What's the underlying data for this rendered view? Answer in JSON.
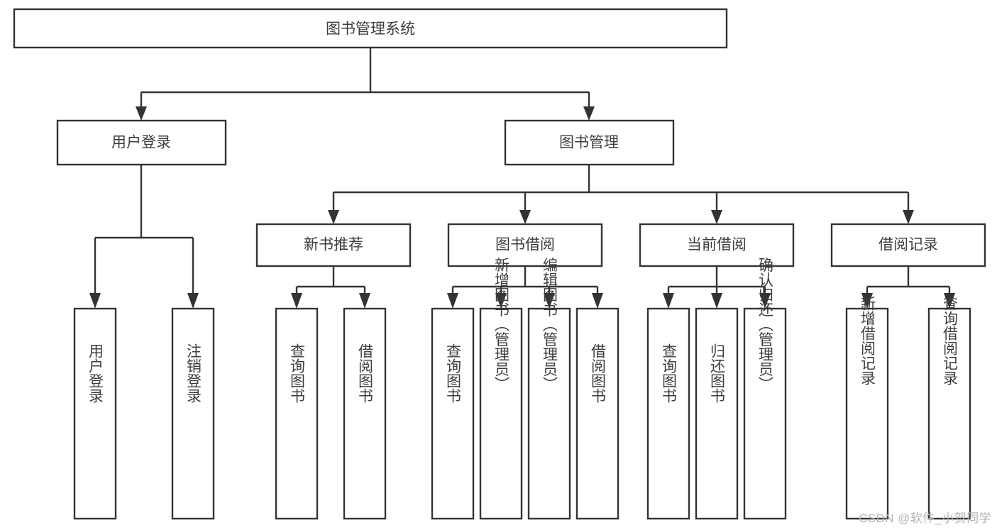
{
  "diagram": {
    "type": "tree",
    "title": "图书管理系统",
    "style": {
      "box_fill": "#ffffff",
      "box_stroke": "#333333",
      "text_color": "#3d3d3d",
      "background": "#ffffff",
      "watermark_color": "#b4b4b4"
    },
    "levels": {
      "root": {
        "id": "root",
        "label": "图书管理系统"
      },
      "level2": [
        {
          "id": "user-login",
          "label": "用户登录"
        },
        {
          "id": "book-manage",
          "label": "图书管理"
        }
      ],
      "level3": [
        {
          "id": "new-book-recommend",
          "label": "新书推荐",
          "parent": "book-manage"
        },
        {
          "id": "book-borrow",
          "label": "图书借阅",
          "parent": "book-manage"
        },
        {
          "id": "current-borrow",
          "label": "当前借阅",
          "parent": "book-manage"
        },
        {
          "id": "borrow-record",
          "label": "借阅记录",
          "parent": "book-manage"
        }
      ],
      "leaves": [
        {
          "id": "leaf-user-login",
          "label": "用户登录",
          "parent": "user-login"
        },
        {
          "id": "leaf-user-logout",
          "label": "注销登录",
          "parent": "user-login"
        },
        {
          "id": "leaf-query-book-1",
          "label": "查询图书",
          "parent": "new-book-recommend"
        },
        {
          "id": "leaf-borrow-book-1",
          "label": "借阅图书",
          "parent": "new-book-recommend"
        },
        {
          "id": "leaf-query-book-2",
          "label": "查询图书",
          "parent": "book-borrow"
        },
        {
          "id": "leaf-add-book",
          "label": "新增图书（管理员）",
          "parent": "book-borrow"
        },
        {
          "id": "leaf-edit-book",
          "label": "编辑图书（管理员）",
          "parent": "book-borrow"
        },
        {
          "id": "leaf-borrow-book-2",
          "label": "借阅图书",
          "parent": "book-borrow"
        },
        {
          "id": "leaf-query-book-3",
          "label": "查询图书",
          "parent": "current-borrow"
        },
        {
          "id": "leaf-return-book",
          "label": "归还图书",
          "parent": "current-borrow"
        },
        {
          "id": "leaf-confirm-return",
          "label": "确认归还（管理员）",
          "parent": "current-borrow"
        },
        {
          "id": "leaf-add-record",
          "label": "新增借阅记录",
          "parent": "borrow-record"
        },
        {
          "id": "leaf-query-record",
          "label": "查询借阅记录",
          "parent": "borrow-record"
        }
      ]
    },
    "watermark": "CSDN @软件_小贺同学"
  }
}
